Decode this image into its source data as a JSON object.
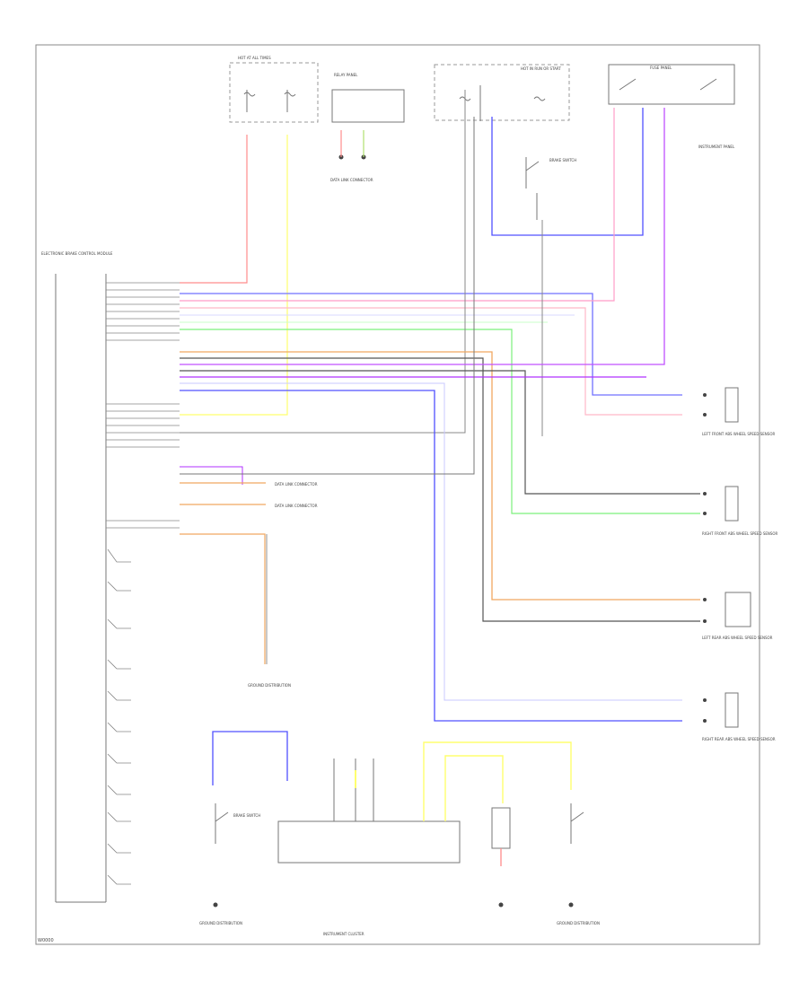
{
  "diagram": {
    "corner_code": "W0000",
    "labels": {
      "module": "ELECTRONIC BRAKE CONTROL MODULE",
      "hot_at_all_times_left": "HOT AT ALL TIMES",
      "hot_run_start": "HOT IN RUN OR START",
      "relay_panel": "RELAY PANEL",
      "fuse_panel": "FUSE PANEL",
      "data_link": "DATA LINK CONNECTOR",
      "brake_switch": "BRAKE SWITCH",
      "left_front_sensor": "LEFT FRONT ABS WHEEL SPEED SENSOR",
      "right_front_sensor": "RIGHT FRONT ABS WHEEL SPEED SENSOR",
      "left_rear_sensor": "LEFT REAR ABS WHEEL SPEED SENSOR",
      "right_rear_sensor": "RIGHT REAR ABS WHEEL SPEED SENSOR",
      "instrument_cluster": "INSTRUMENT CLUSTER",
      "ground_left": "GROUND DISTRIBUTION",
      "ground_center": "GROUND DISTRIBUTION",
      "ground_right": "GROUND DISTRIBUTION",
      "to_data_1": "DATA LINK CONNECTOR",
      "to_data_2": "DATA LINK CONNECTOR",
      "instrument_panel": "INSTRUMENT PANEL"
    },
    "wire_colors": {
      "red": "#ff8c8c",
      "yellow": "#ffff6e",
      "blue": "#5050ff",
      "violet": "#b030ff",
      "pink": "#ff9cc8",
      "green": "#7cf07c",
      "orange": "#f0a860",
      "gray": "#909090",
      "black": "#333333",
      "lightblue": "#b8b8ff",
      "lightgreen": "#c8ffc8"
    }
  }
}
